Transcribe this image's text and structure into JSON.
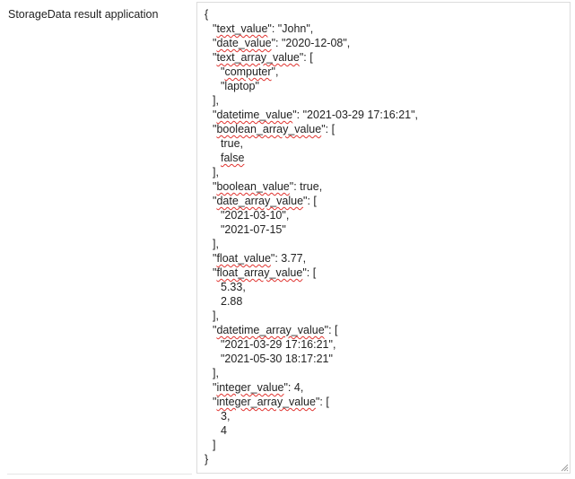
{
  "form": {
    "field_label": "StorageData result application"
  },
  "result_json": {
    "lines": [
      {
        "indent": 0,
        "parts": [
          {
            "t": "{"
          }
        ]
      },
      {
        "indent": 1,
        "parts": [
          {
            "t": "\""
          },
          {
            "t": "text_value",
            "s": true
          },
          {
            "t": "\": \"John\","
          }
        ]
      },
      {
        "indent": 1,
        "parts": [
          {
            "t": "\""
          },
          {
            "t": "date_value",
            "s": true
          },
          {
            "t": "\": \"2020-12-08\","
          }
        ]
      },
      {
        "indent": 1,
        "parts": [
          {
            "t": "\""
          },
          {
            "t": "text_array_value",
            "s": true
          },
          {
            "t": "\": ["
          }
        ]
      },
      {
        "indent": 2,
        "parts": [
          {
            "t": "\""
          },
          {
            "t": "computer",
            "s": true
          },
          {
            "t": "\","
          }
        ]
      },
      {
        "indent": 2,
        "parts": [
          {
            "t": "\"laptop\""
          }
        ]
      },
      {
        "indent": 1,
        "parts": [
          {
            "t": "],"
          }
        ]
      },
      {
        "indent": 1,
        "parts": [
          {
            "t": "\""
          },
          {
            "t": "datetime_value",
            "s": true
          },
          {
            "t": "\": \"2021-03-29 17:16:21\","
          }
        ]
      },
      {
        "indent": 1,
        "parts": [
          {
            "t": "\""
          },
          {
            "t": "boolean_array_value",
            "s": true
          },
          {
            "t": "\": ["
          }
        ]
      },
      {
        "indent": 2,
        "parts": [
          {
            "t": "true,"
          }
        ]
      },
      {
        "indent": 2,
        "parts": [
          {
            "t": "false",
            "s": true
          }
        ]
      },
      {
        "indent": 1,
        "parts": [
          {
            "t": "],"
          }
        ]
      },
      {
        "indent": 1,
        "parts": [
          {
            "t": "\""
          },
          {
            "t": "boolean_value",
            "s": true
          },
          {
            "t": "\": true,"
          }
        ]
      },
      {
        "indent": 1,
        "parts": [
          {
            "t": "\""
          },
          {
            "t": "date_array_value",
            "s": true
          },
          {
            "t": "\": ["
          }
        ]
      },
      {
        "indent": 2,
        "parts": [
          {
            "t": "\"2021-03-10\","
          }
        ]
      },
      {
        "indent": 2,
        "parts": [
          {
            "t": "\"2021-07-15\""
          }
        ]
      },
      {
        "indent": 1,
        "parts": [
          {
            "t": "],"
          }
        ]
      },
      {
        "indent": 1,
        "parts": [
          {
            "t": "\""
          },
          {
            "t": "float_value",
            "s": true
          },
          {
            "t": "\": 3.77,"
          }
        ]
      },
      {
        "indent": 1,
        "parts": [
          {
            "t": "\""
          },
          {
            "t": "float_array_value",
            "s": true
          },
          {
            "t": "\": ["
          }
        ]
      },
      {
        "indent": 2,
        "parts": [
          {
            "t": "5.33,"
          }
        ]
      },
      {
        "indent": 2,
        "parts": [
          {
            "t": "2.88"
          }
        ]
      },
      {
        "indent": 1,
        "parts": [
          {
            "t": "],"
          }
        ]
      },
      {
        "indent": 1,
        "parts": [
          {
            "t": "\""
          },
          {
            "t": "datetime_array_value",
            "s": true
          },
          {
            "t": "\": ["
          }
        ]
      },
      {
        "indent": 2,
        "parts": [
          {
            "t": "\"2021-03-29 17:16:21\","
          }
        ]
      },
      {
        "indent": 2,
        "parts": [
          {
            "t": "\"2021-05-30 18:17:21\""
          }
        ]
      },
      {
        "indent": 1,
        "parts": [
          {
            "t": "],"
          }
        ]
      },
      {
        "indent": 1,
        "parts": [
          {
            "t": "\""
          },
          {
            "t": "integer_value",
            "s": true
          },
          {
            "t": "\": 4,"
          }
        ]
      },
      {
        "indent": 1,
        "parts": [
          {
            "t": "\""
          },
          {
            "t": "integer_array_value",
            "s": true
          },
          {
            "t": "\": ["
          }
        ]
      },
      {
        "indent": 2,
        "parts": [
          {
            "t": "3,"
          }
        ]
      },
      {
        "indent": 2,
        "parts": [
          {
            "t": "4"
          }
        ]
      },
      {
        "indent": 1,
        "parts": [
          {
            "t": "]"
          }
        ]
      },
      {
        "indent": 0,
        "parts": [
          {
            "t": "}"
          }
        ]
      }
    ]
  },
  "icons": {
    "resize_grip": "resize-grip-icon"
  },
  "colors": {
    "spellcheck_underline": "#e0332f",
    "border": "#dcdcdc",
    "text": "#222222"
  }
}
